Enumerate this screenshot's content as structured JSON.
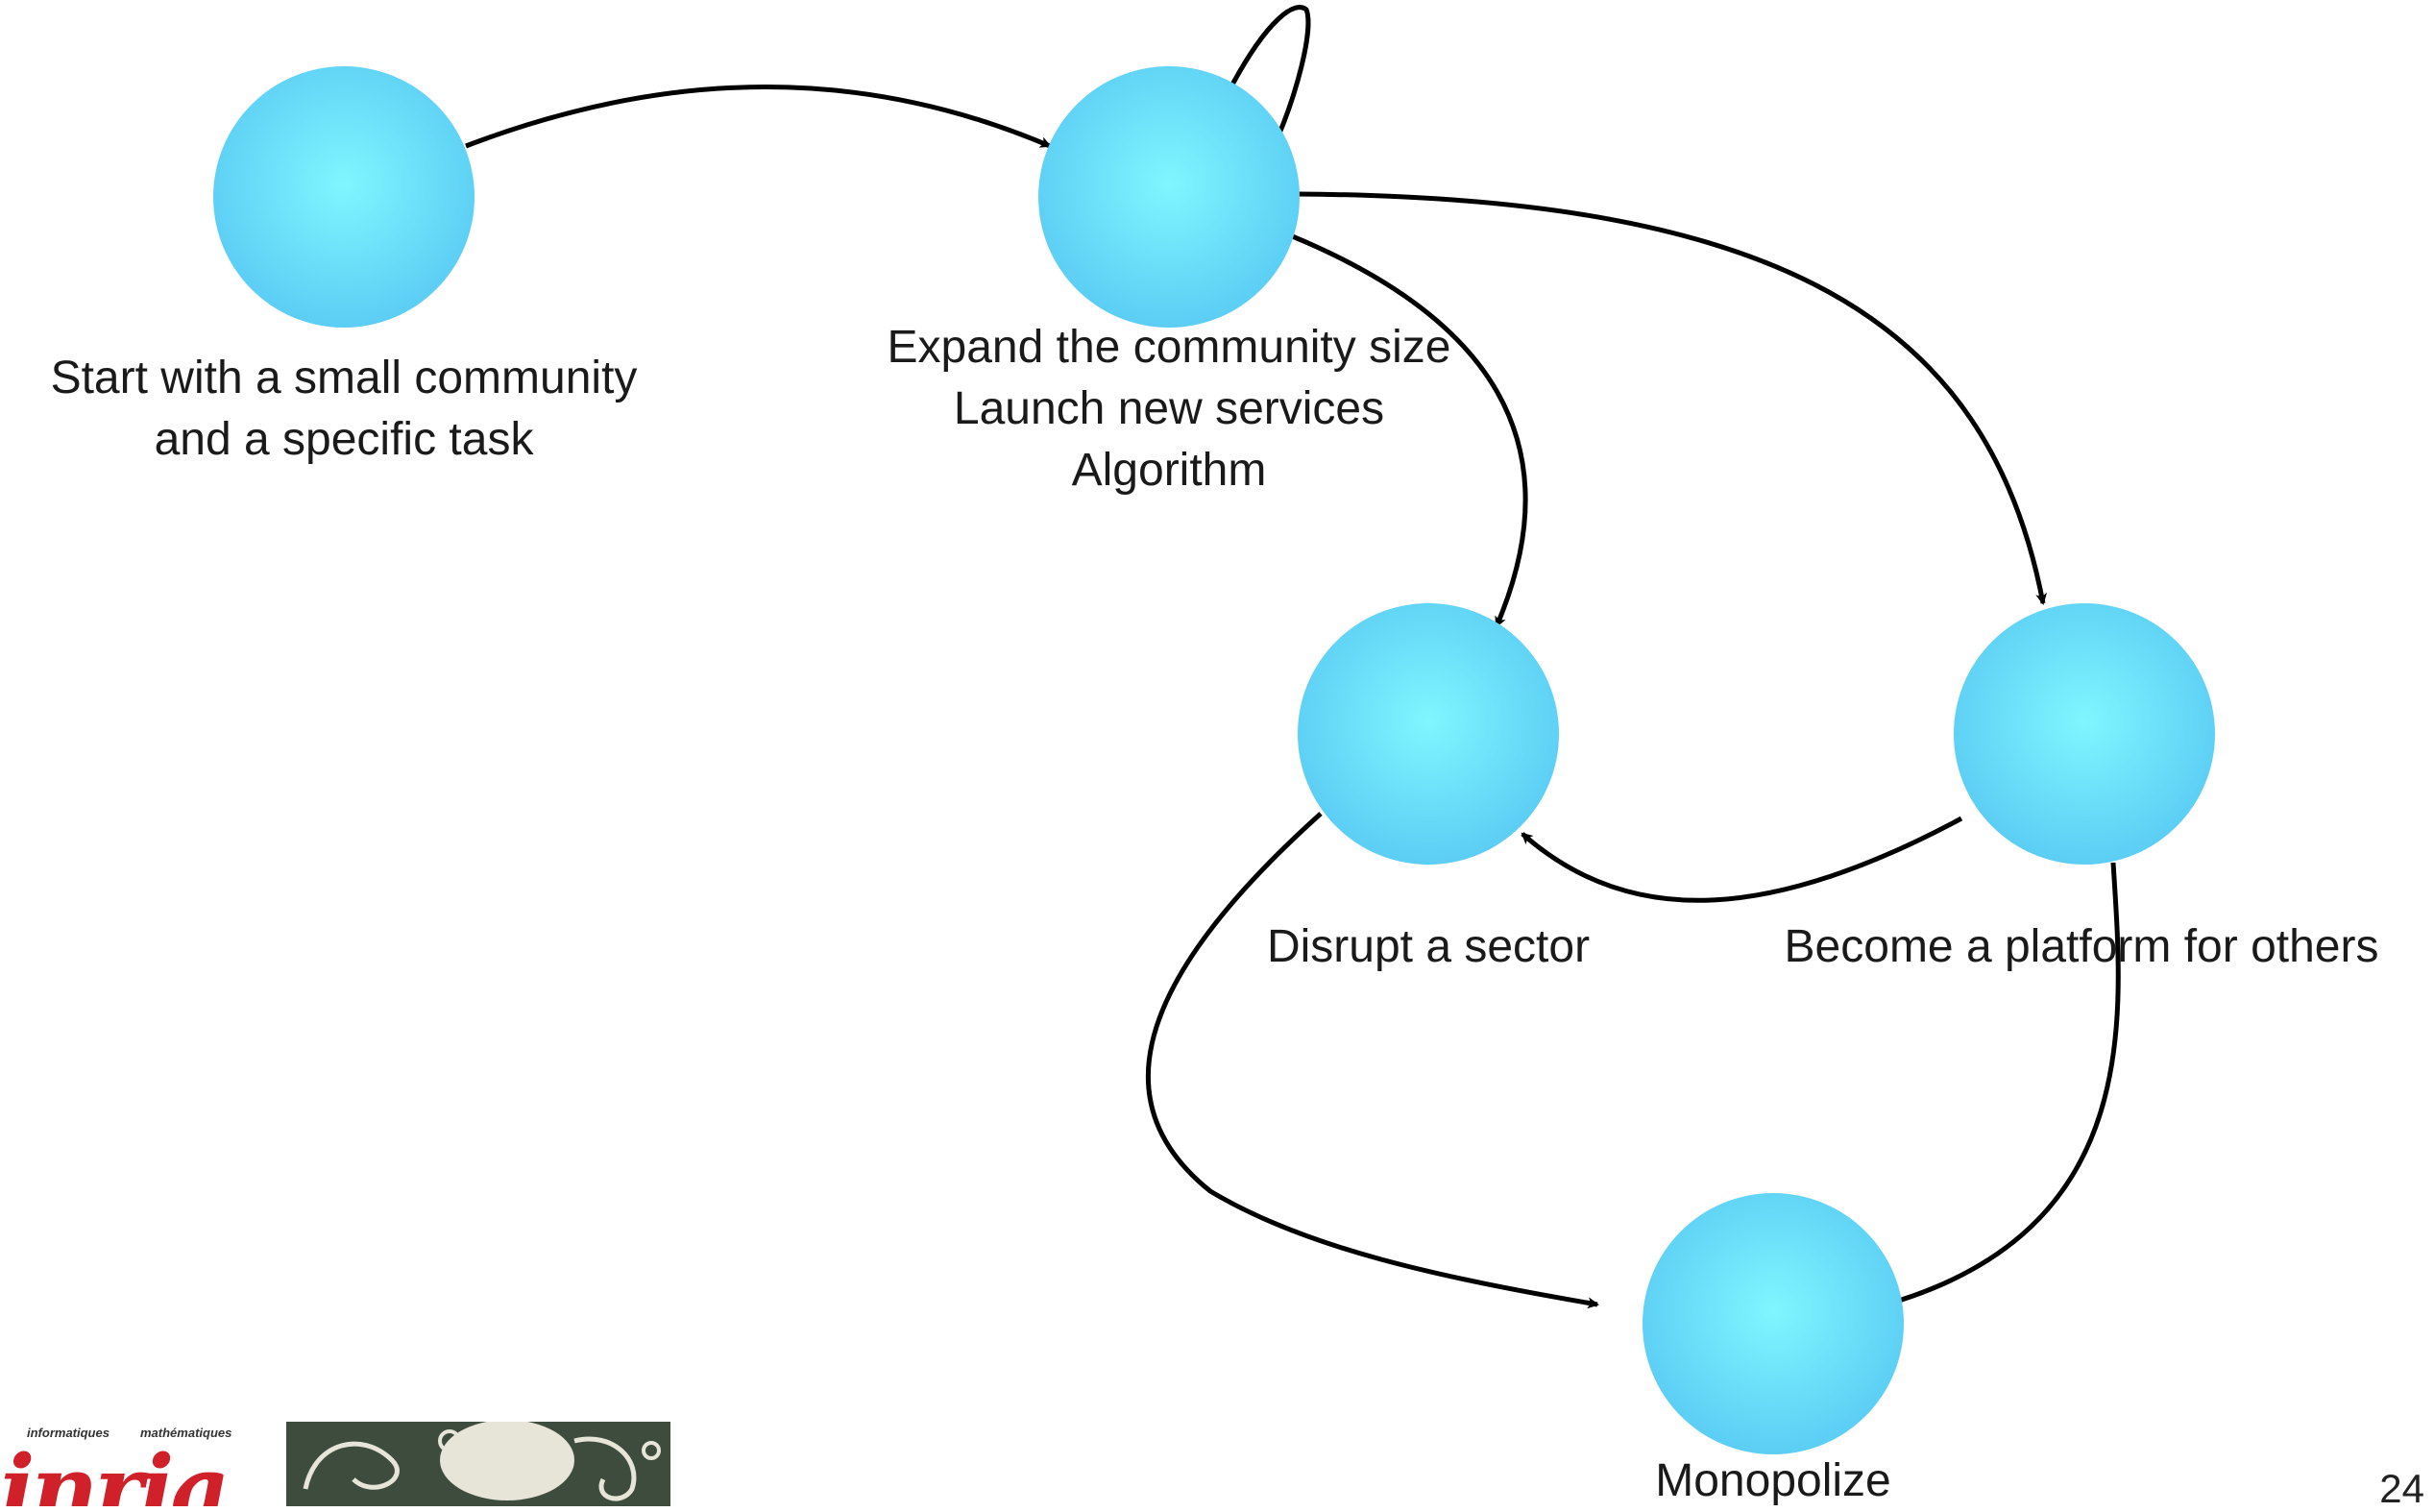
{
  "nodes": [
    {
      "id": "start",
      "lines": [
        "Start with a small community",
        "and a specific task"
      ]
    },
    {
      "id": "expand",
      "lines": [
        "Expand the community size",
        "Launch new services",
        "Algorithm"
      ]
    },
    {
      "id": "disrupt",
      "lines": [
        "Disrupt a sector"
      ]
    },
    {
      "id": "platform",
      "lines": [
        "Become a platform for others"
      ]
    },
    {
      "id": "monopolize",
      "lines": [
        "Monopolize"
      ]
    }
  ],
  "edges": [
    {
      "from": "start",
      "to": "expand"
    },
    {
      "from": "expand",
      "to": "expand"
    },
    {
      "from": "expand",
      "to": "disrupt"
    },
    {
      "from": "expand",
      "to": "platform"
    },
    {
      "from": "platform",
      "to": "disrupt"
    },
    {
      "from": "disrupt",
      "to": "monopolize"
    },
    {
      "from": "platform",
      "to": "monopolize"
    }
  ],
  "colors": {
    "node_center": "#7ff6ff",
    "node_edge": "#5ccdf4",
    "arrow": "#000000"
  },
  "logo": {
    "tagline_left": "informatiques",
    "tagline_right": "mathématiques",
    "wordmark": "inria"
  },
  "page_number": "24"
}
